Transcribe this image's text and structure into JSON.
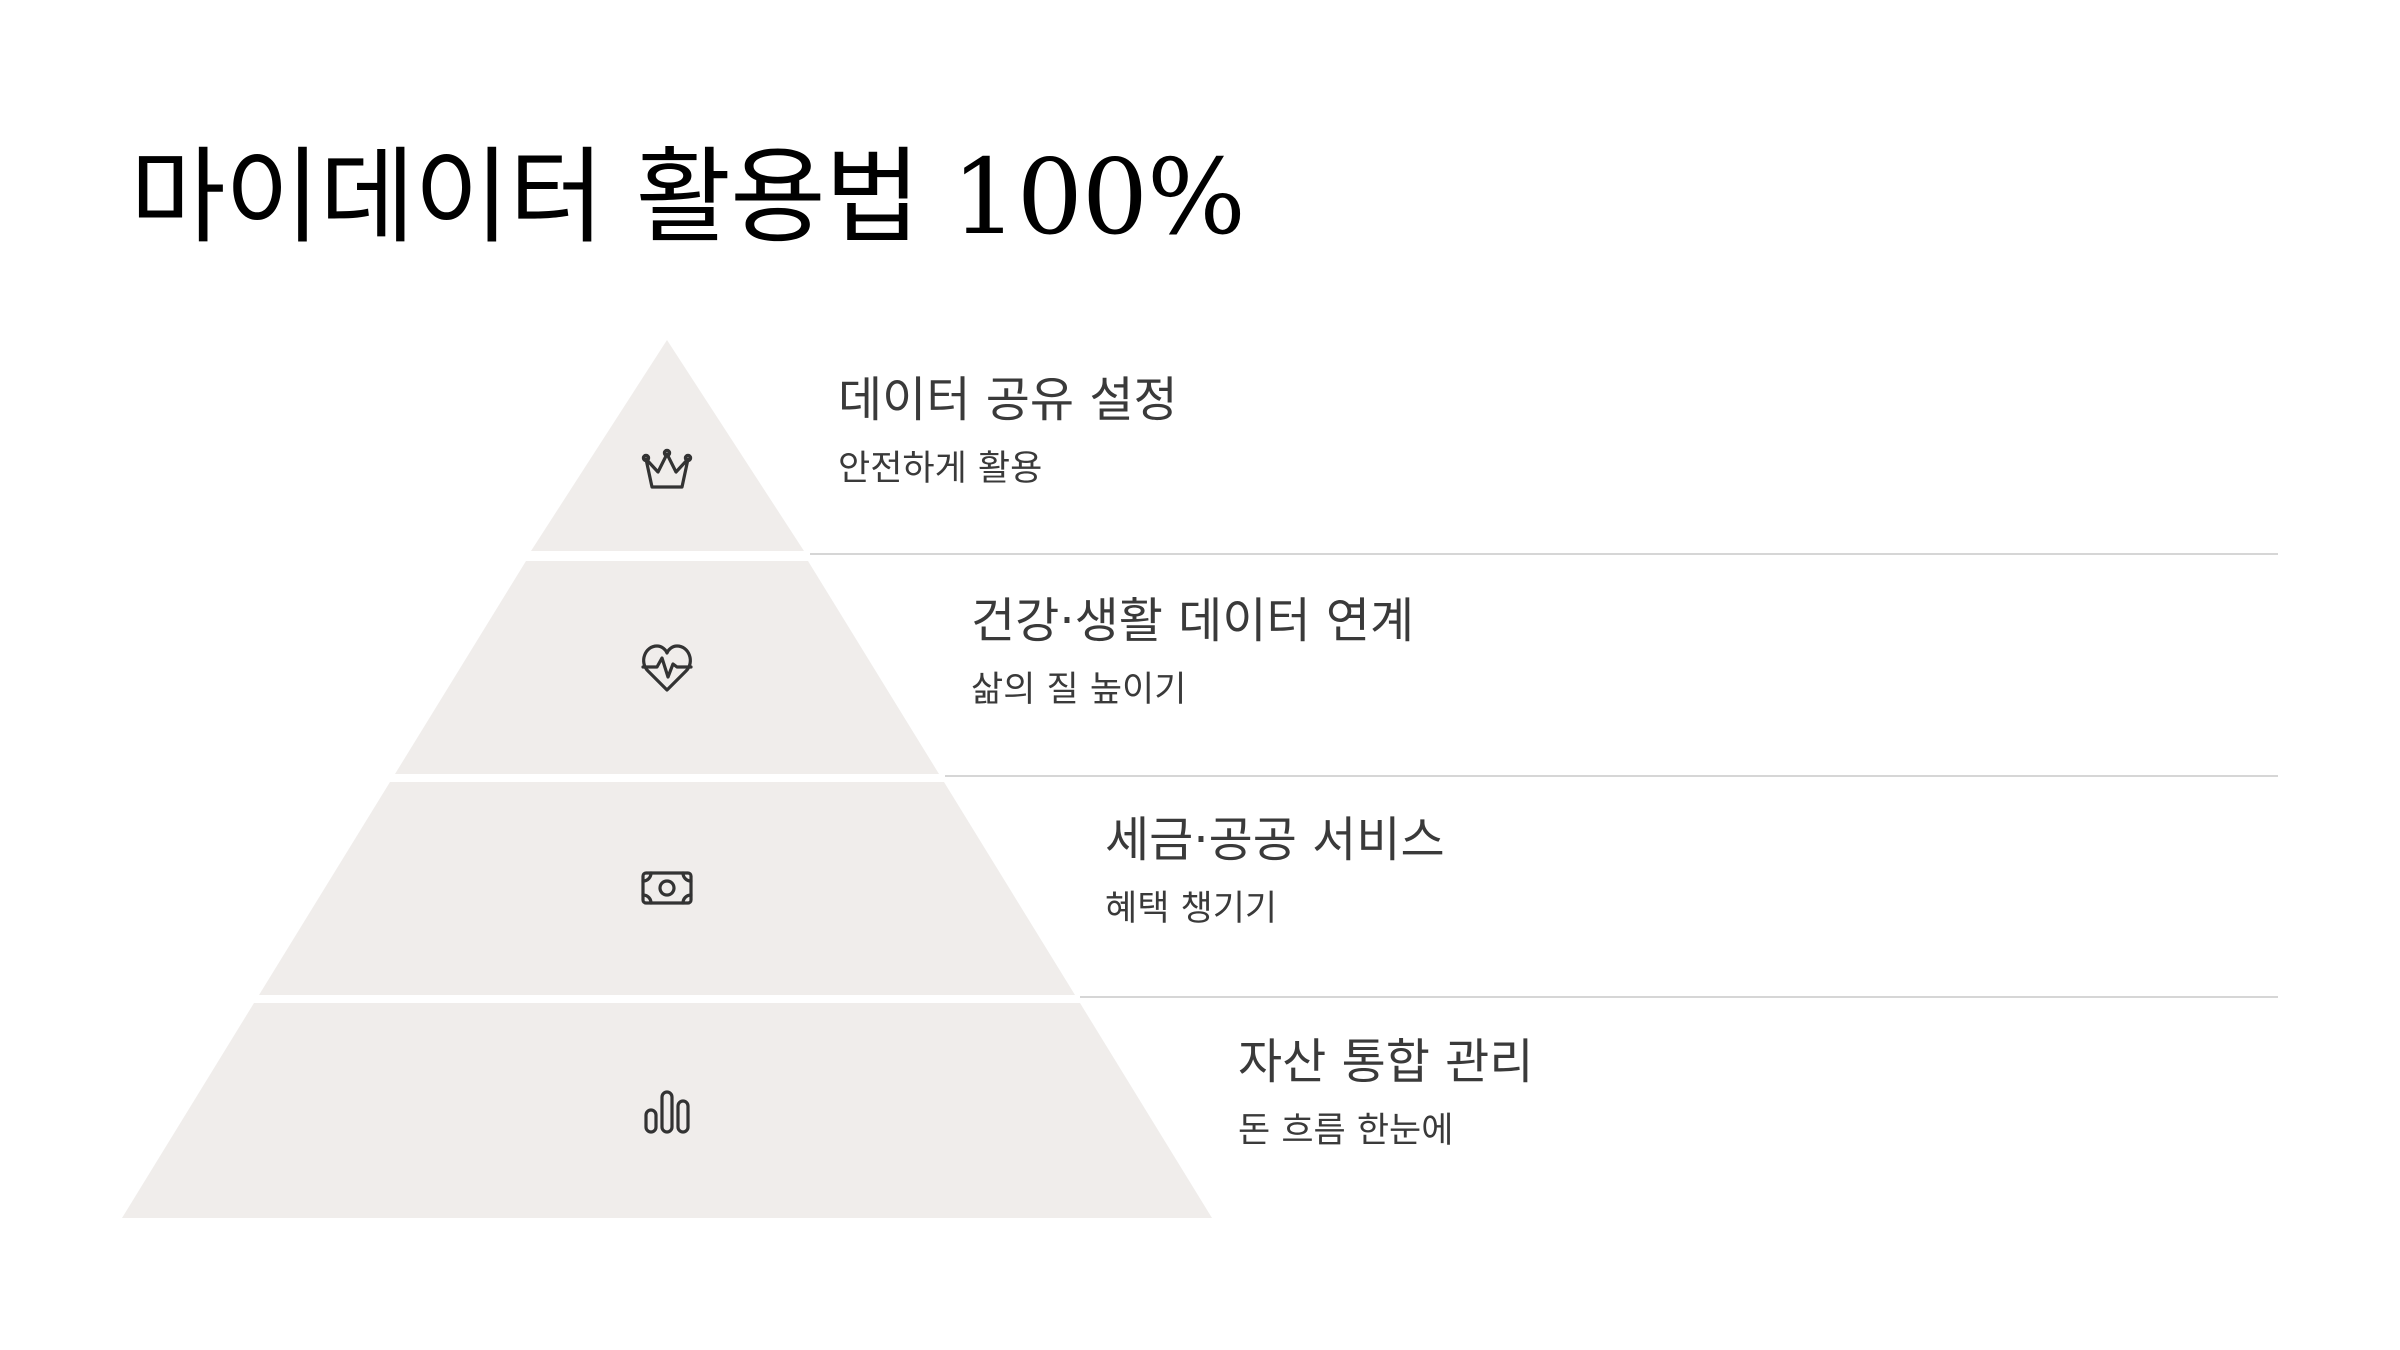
{
  "title": "마이데이터 활용법 100%",
  "colors": {
    "tier_fill": "#f0edeb",
    "divider": "#d6d6d6",
    "text": "#3a3a3a",
    "icon_stroke": "#333333"
  },
  "tiers": [
    {
      "heading": "데이터 공유 설정",
      "subtext": "안전하게 활용",
      "icon": "crown-icon"
    },
    {
      "heading": "건강·생활 데이터 연계",
      "subtext": "삶의 질 높이기",
      "icon": "heart-pulse-icon"
    },
    {
      "heading": "세금·공공 서비스",
      "subtext": "혜택 챙기기",
      "icon": "banknote-icon"
    },
    {
      "heading": "자산 통합 관리",
      "subtext": "돈 흐름 한눈에",
      "icon": "bar-chart-icon"
    }
  ]
}
